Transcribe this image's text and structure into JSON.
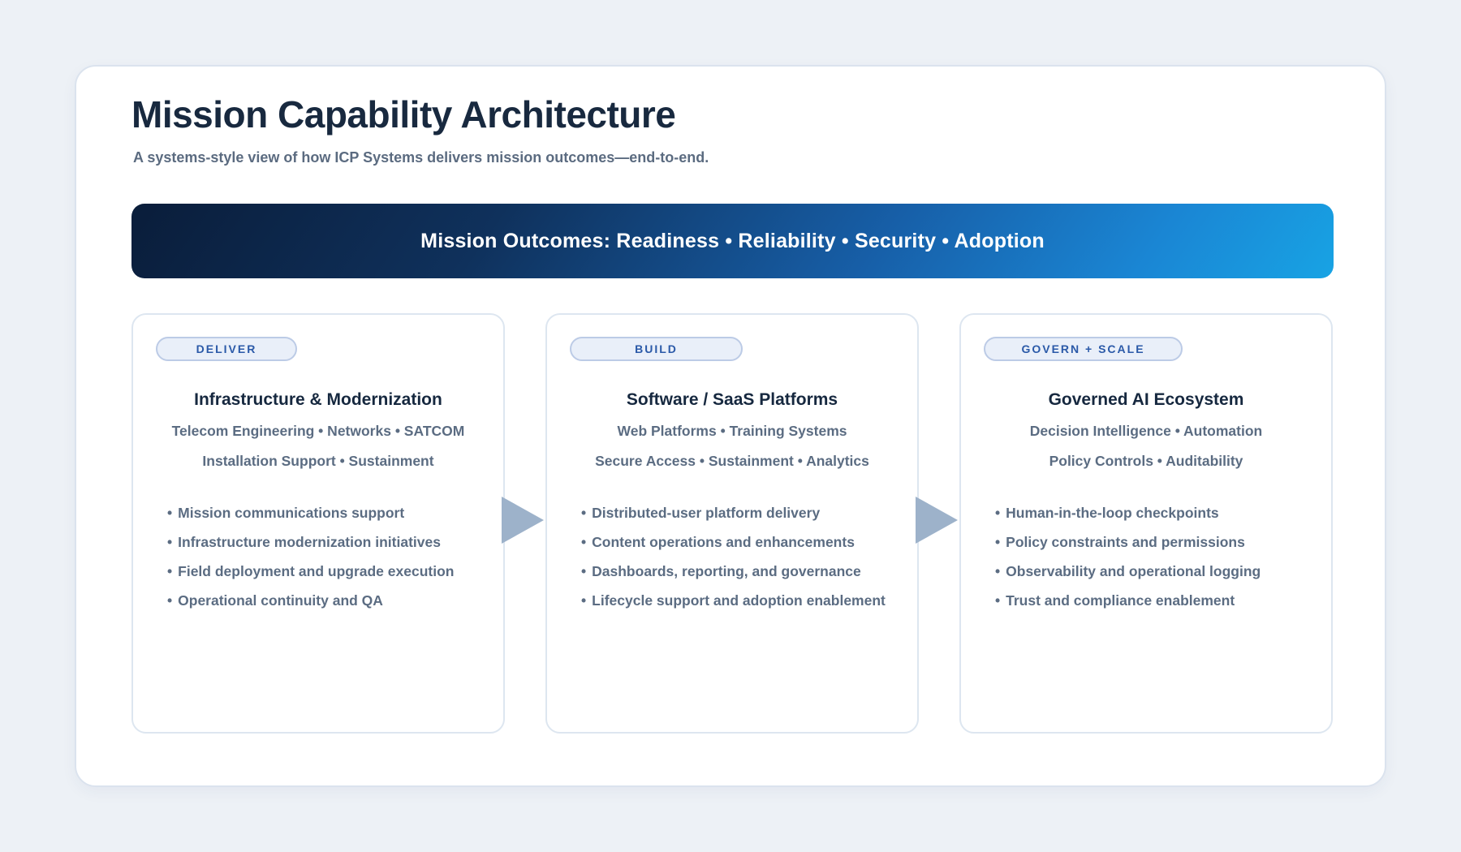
{
  "header": {
    "title": "Mission Capability Architecture",
    "subtitle": "A systems-style view of how ICP Systems delivers mission outcomes—end-to-end."
  },
  "banner": {
    "text": "Mission Outcomes: Readiness • Reliability • Security • Adoption"
  },
  "columns": [
    {
      "badge": "DELIVER",
      "title": "Infrastructure & Modernization",
      "tags": [
        "Telecom Engineering • Networks • SATCOM",
        "Installation Support • Sustainment"
      ],
      "bullets": [
        "Mission communications support",
        "Infrastructure modernization initiatives",
        "Field deployment and upgrade execution",
        "Operational continuity and QA"
      ]
    },
    {
      "badge": "BUILD",
      "title": "Software / SaaS Platforms",
      "tags": [
        "Web Platforms • Training Systems",
        "Secure Access • Sustainment • Analytics"
      ],
      "bullets": [
        "Distributed-user platform delivery",
        "Content operations and enhancements",
        "Dashboards, reporting, and governance",
        "Lifecycle support and adoption enablement"
      ]
    },
    {
      "badge": "GOVERN + SCALE",
      "title": "Governed AI Ecosystem",
      "tags": [
        "Decision Intelligence • Automation",
        "Policy Controls • Auditability"
      ],
      "bullets": [
        "Human-in-the-loop checkpoints",
        "Policy constraints and permissions",
        "Observability and operational logging",
        "Trust and compliance enablement"
      ]
    }
  ],
  "glyphs": {
    "bullet": "•"
  },
  "colors": {
    "page_bg": "#edf1f6",
    "panel_bg": "#ffffff",
    "panel_border": "#dbe3ee",
    "title_text": "#18293f",
    "muted_text": "#5b6c82",
    "banner_gradient_start": "#0a1d3a",
    "banner_gradient_mid": "#175fa8",
    "banner_gradient_end": "#18a3e4",
    "banner_text": "#ffffff",
    "badge_bg": "#e9eff9",
    "badge_border": "#bccbe6",
    "badge_text": "#2a59a8",
    "card_border": "#dde6f0",
    "arrow_fill": "#9db2ca"
  }
}
